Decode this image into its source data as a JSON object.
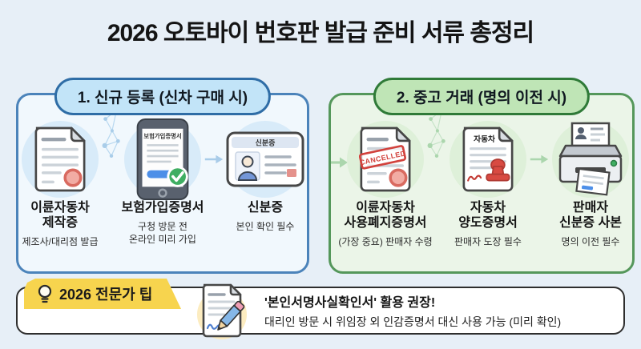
{
  "title": "2026 오토바이 번호판 발급 준비 서류 총정리",
  "panels": [
    {
      "header": "1. 신규 등록 (신차 구매 시)",
      "items": [
        {
          "icon": "document-seal-icon",
          "name1": "이륜자동차",
          "name2": "제작증",
          "note1": "제조사/대리점 발급",
          "note2": ""
        },
        {
          "icon": "phone-insurance-icon",
          "screen_title": "보험가입증명서",
          "name1": "보험가입증명서",
          "name2": "",
          "note1": "구청 방문 전",
          "note2": "온라인 미리 가입"
        },
        {
          "icon": "id-card-icon",
          "card_title": "신분증",
          "name1": "신분증",
          "name2": "",
          "note1": "본인 확인 필수",
          "note2": ""
        }
      ]
    },
    {
      "header": "2. 중고 거래 (명의 이전 시)",
      "items": [
        {
          "icon": "cancelled-doc-icon",
          "stamp_text": "CANCELLED",
          "name1": "이륜자동차",
          "name2": "사용폐지증명서",
          "note1": "(가장 중요) 판매자 수령",
          "note2": ""
        },
        {
          "icon": "stamped-doc-icon",
          "doc_title": "자동차",
          "name1": "자동차",
          "name2": "양도증명서",
          "note1": "판매자 도장 필수",
          "note2": ""
        },
        {
          "icon": "printer-icon",
          "name1": "판매자",
          "name2": "신분증 사본",
          "note1": "명의 이전 필수",
          "note2": ""
        }
      ]
    }
  ],
  "tip": {
    "tab_label": "2026 전문가 팁",
    "line1": "'본인서명사실확인서' 활용 권장!",
    "line2": "대리인 방문 시 위임장 외 인감증명서 대신 사용 가능 (미리 확인)"
  },
  "colors": {
    "background": "#e7eff7",
    "panel1_border": "#4b83ba",
    "panel1_fill": "#f1f8fd",
    "panel1_pill_fill": "#c2e4f8",
    "panel1_pill_border": "#2f6da6",
    "panel2_border": "#55975b",
    "panel2_fill": "#ebf5e8",
    "panel2_pill_fill": "#bfe5b6",
    "panel2_pill_border": "#2f7a38",
    "tip_tab_fill": "#f7d44e",
    "tip_border": "#2e2e2e",
    "stamp_red": "#d2423d",
    "check_green": "#3fae62",
    "button_blue": "#4d8fe8"
  }
}
